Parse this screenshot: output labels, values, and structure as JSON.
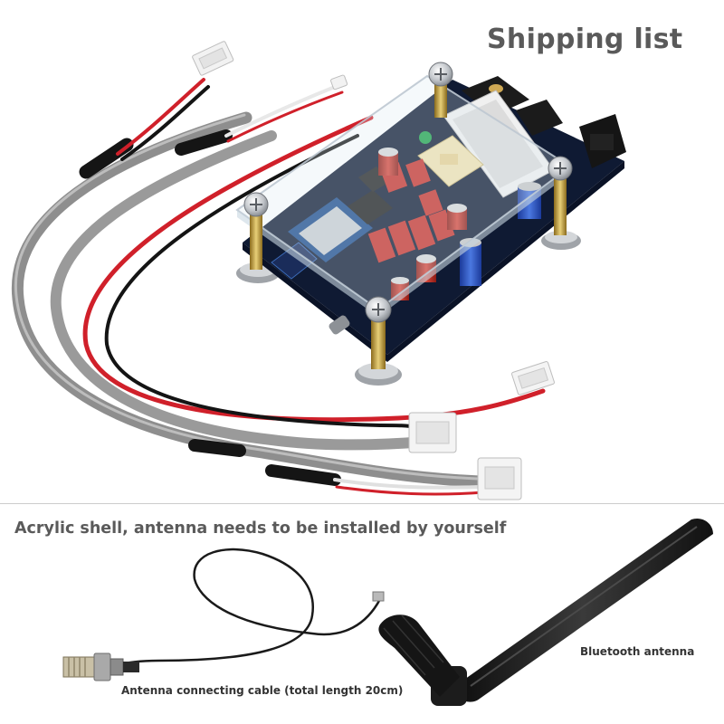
{
  "title": "Shipping list",
  "subtitle": "Acrylic shell, antenna needs to be installed by yourself",
  "labels": {
    "cable": "Antenna connecting cable (total length 20cm)",
    "antenna": "Bluetooth antenna"
  },
  "colors": {
    "pcb": "#0f1a33",
    "title_text": "#5a5a5a",
    "wire_red": "#d0202a",
    "wire_black": "#141414",
    "wire_gray": "#8e8e8e",
    "antenna": "#1e1e1e"
  }
}
